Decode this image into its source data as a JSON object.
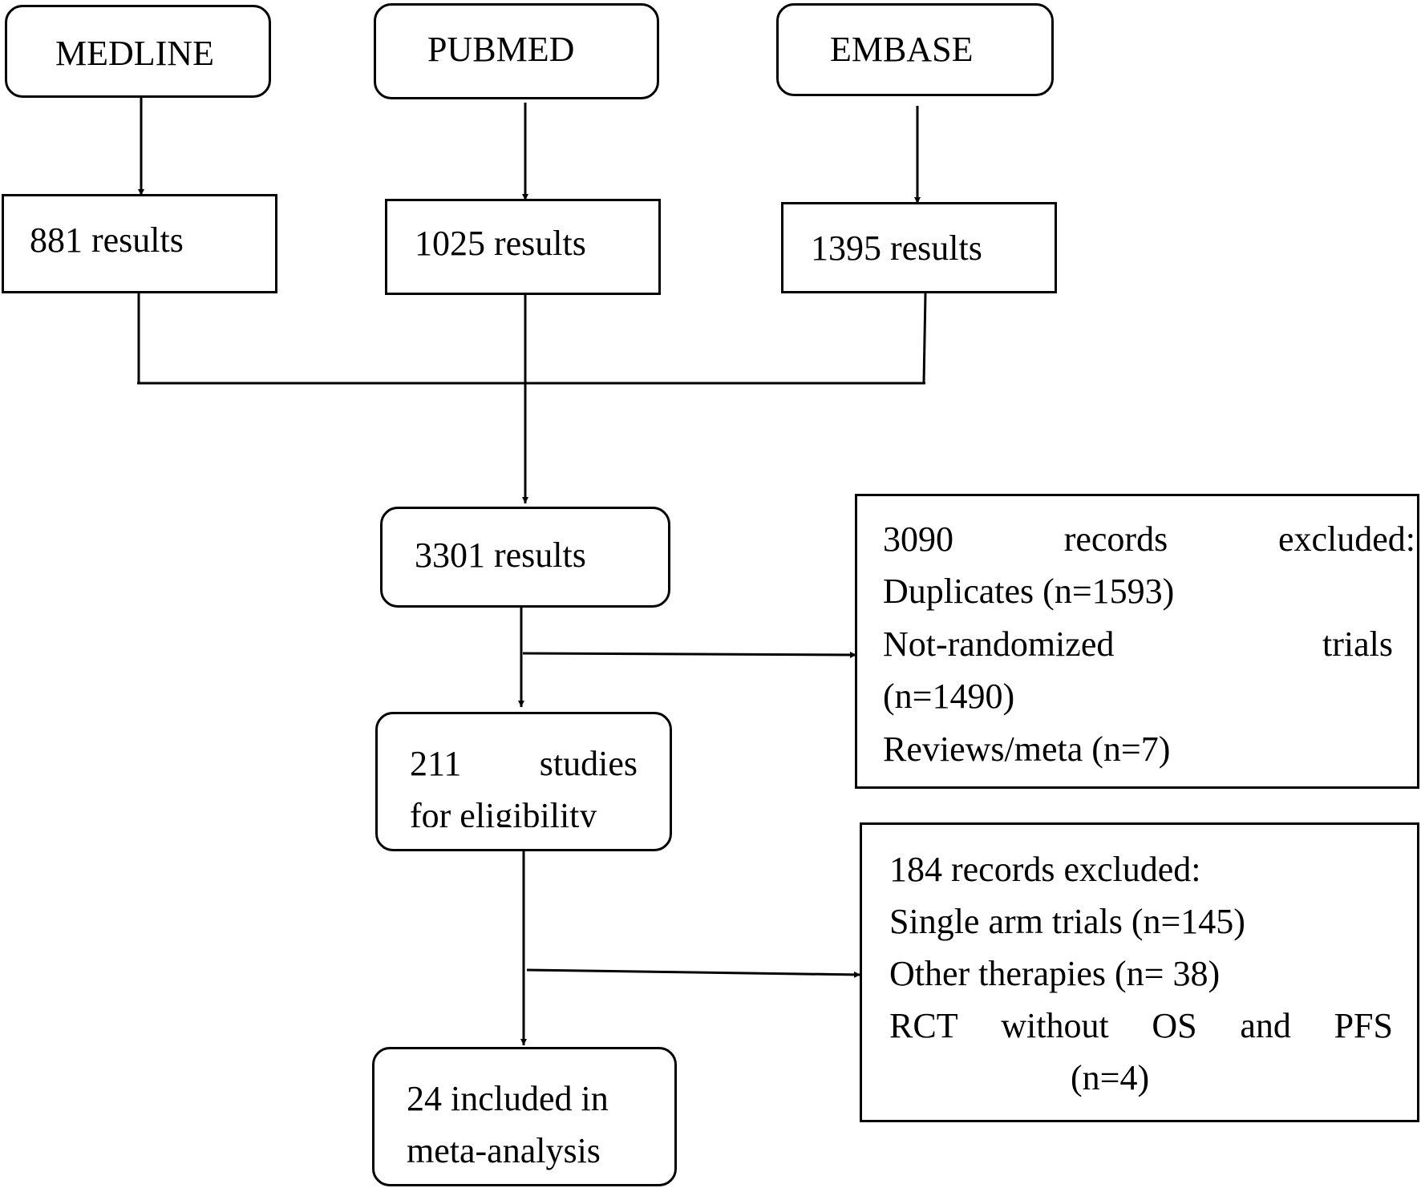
{
  "sources": {
    "medline": "MEDLINE",
    "pubmed": "PUBMED",
    "embase": "EMBASE"
  },
  "results": {
    "medline": "881 results",
    "pubmed": "1025 results",
    "embase": "1395 results"
  },
  "combined": "3301 results",
  "eligibility": {
    "line1_a": "211",
    "line1_b": "studies",
    "line2": "for eligibility"
  },
  "included": {
    "line1": "24 included in",
    "line2": "meta-analysis"
  },
  "excluded_first": {
    "line1_a": "3090",
    "line1_b": "records",
    "line1_c": "excluded:",
    "line2": "Duplicates (n=1593)",
    "line3_a": "Not-randomized",
    "line3_b": "trials",
    "line4": "(n=1490)",
    "line5": "Reviews/meta (n=7)"
  },
  "excluded_second": {
    "line1": "184 records excluded:",
    "line2": "Single arm trials (n=145)",
    "line3": "Other therapies (n= 38)",
    "line4_words": [
      "RCT",
      "without",
      "OS",
      "and",
      "PFS"
    ],
    "line5": "(n=4)"
  }
}
